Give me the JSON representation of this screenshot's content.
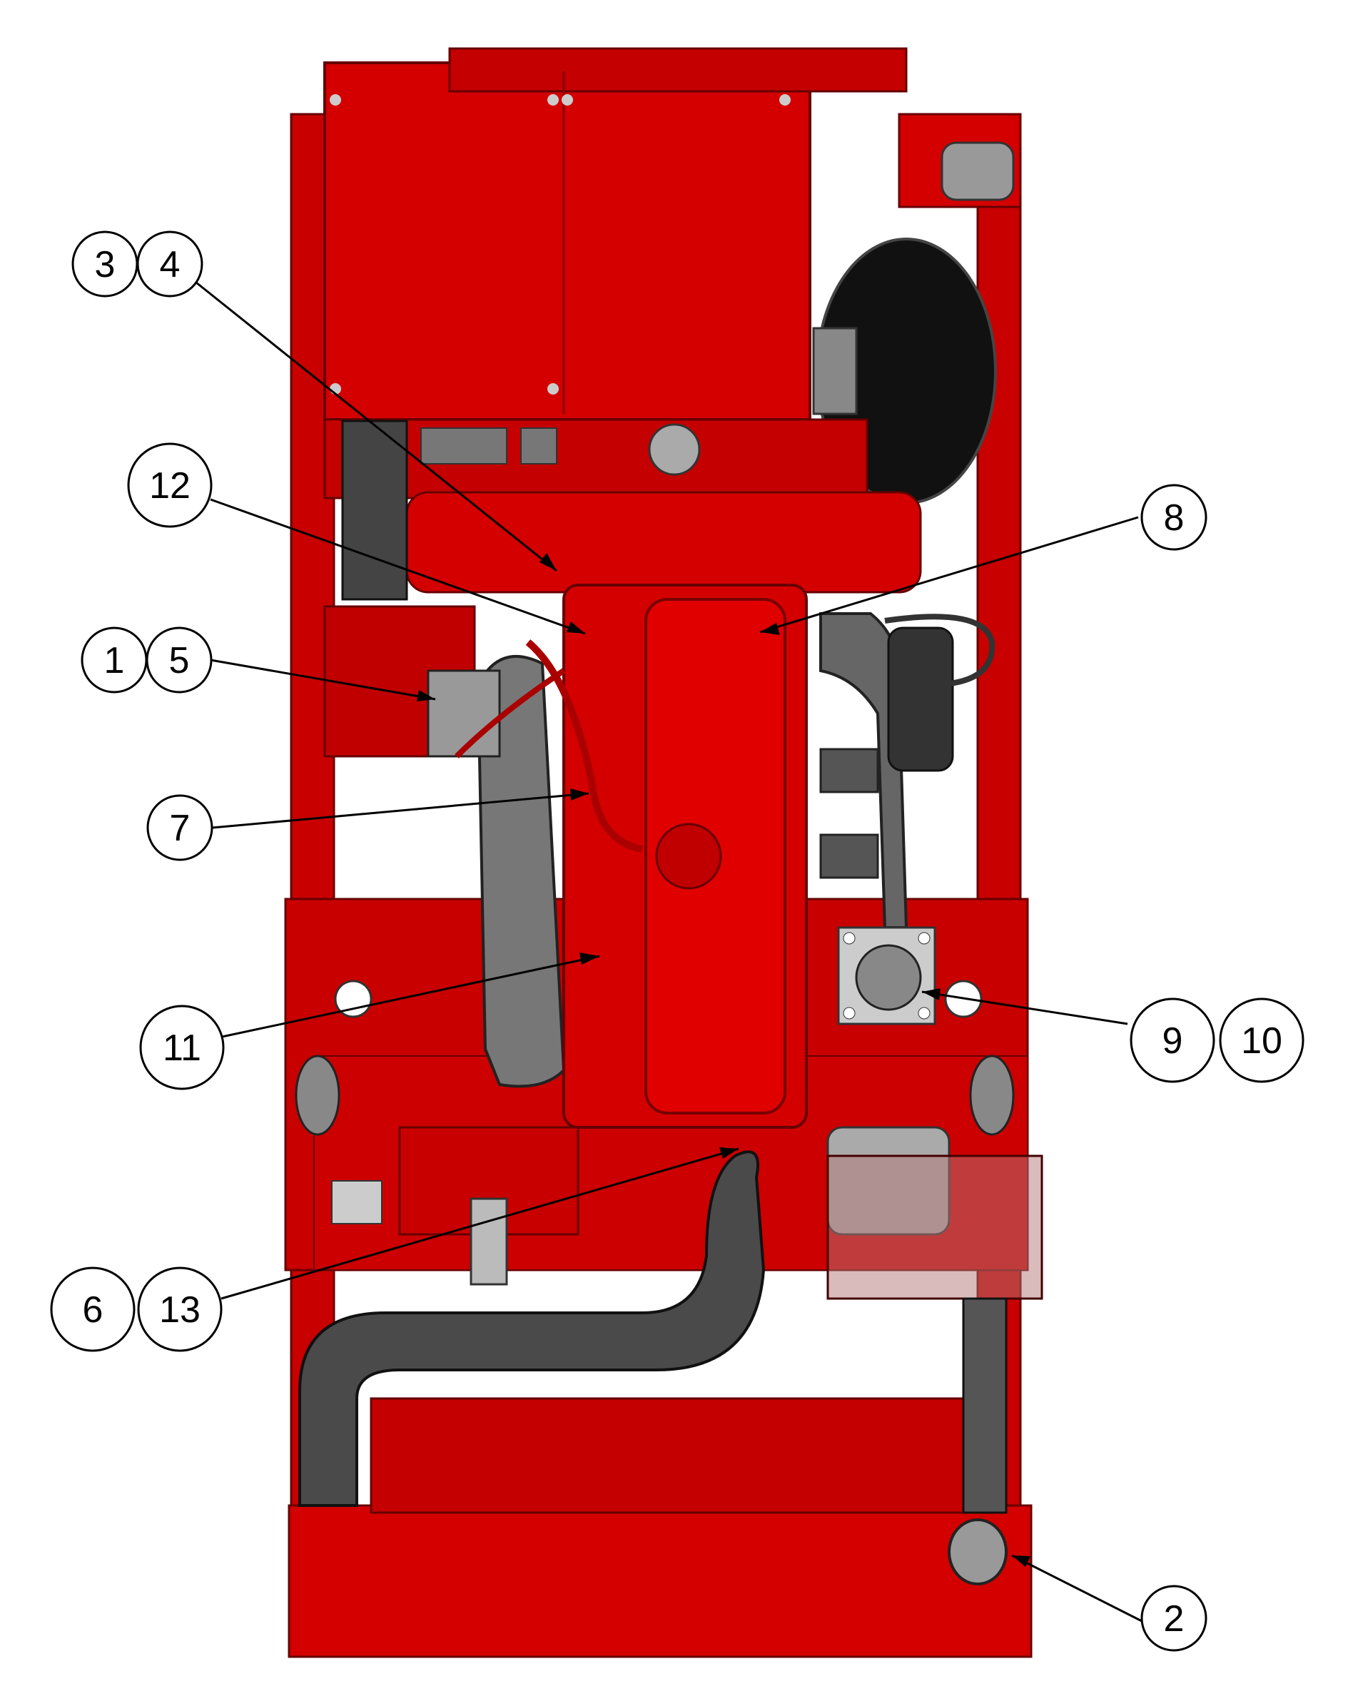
{
  "diagram": {
    "callouts": [
      {
        "id": "c3",
        "label": "3"
      },
      {
        "id": "c4",
        "label": "4"
      },
      {
        "id": "c12",
        "label": "12"
      },
      {
        "id": "c8",
        "label": "8"
      },
      {
        "id": "c1",
        "label": "1"
      },
      {
        "id": "c5",
        "label": "5"
      },
      {
        "id": "c7",
        "label": "7"
      },
      {
        "id": "c11",
        "label": "11"
      },
      {
        "id": "c9",
        "label": "9"
      },
      {
        "id": "c10",
        "label": "10"
      },
      {
        "id": "c6",
        "label": "6"
      },
      {
        "id": "c13",
        "label": "13"
      },
      {
        "id": "c2",
        "label": "2"
      }
    ],
    "colors": {
      "frame_red": "#d40000",
      "dark_red": "#a00000",
      "hose_gray": "#555555",
      "metal_gray": "#bdbdbd",
      "outline": "#000000"
    }
  }
}
